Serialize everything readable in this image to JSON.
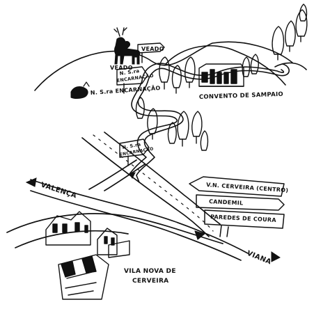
{
  "colors": {
    "ink": "#111111",
    "paper": "#ffffff"
  },
  "labels": {
    "veado_deer": "VEADO",
    "veado_sign": "VEADO",
    "ns_encarnacao_sign_top_line1": "N. S.ra",
    "ns_encarnacao_sign_top_line2": "ENCARNAÇÃO",
    "ns_encarnacao_chapel": "N. S.ra ENCARNAÇÃO",
    "convento": "CONVENTO DE SAMPAIO",
    "ns_encarnacao_sign_mid_line1": "N. S.ra",
    "ns_encarnacao_sign_mid_line2": "ENCARNAÇÃO",
    "valenca": "VALENÇA",
    "viana": "VIANA",
    "signpost": [
      "V.N. CERVEIRA (CENTRO)",
      "CANDEMIL",
      "PAREDES DE COURA"
    ],
    "vila_nova_line1": "VILA NOVA DE",
    "vila_nova_line2": "CERVEIRA"
  },
  "icons": [
    "deer-icon",
    "chapel-icon",
    "convent-icon",
    "town-icon",
    "arrow-icon"
  ]
}
